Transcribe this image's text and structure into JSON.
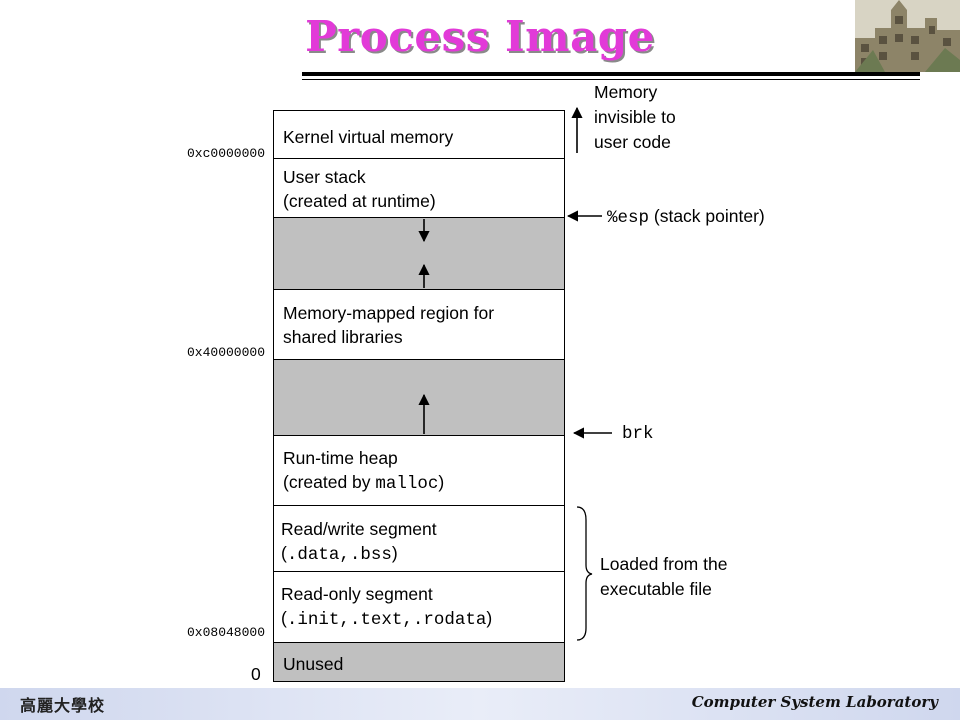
{
  "title": "Process Image",
  "segments": {
    "kernel": "Kernel virtual memory",
    "stack_line1": "User stack",
    "stack_line2": "(created at runtime)",
    "mmap_line1": "Memory-mapped region for",
    "mmap_line2": "shared libraries",
    "heap_line1": "Run-time heap",
    "heap_line2_pre": "(created by ",
    "heap_line2_code": "malloc",
    "heap_line2_post": ")",
    "rw_line1": "Read/write segment",
    "rw_open": "(",
    "rw_code": ".data,.bss",
    "rw_close": ")",
    "ro_line1": "Read-only segment",
    "ro_open": "(",
    "ro_code": ".init,.text,.rodata",
    "ro_close": ")",
    "unused": "Unused"
  },
  "addresses": {
    "kernel_base": "0xc0000000",
    "mmap_base": "0x40000000",
    "text_base": "0x08048000",
    "zero": "0"
  },
  "annotations": {
    "invisible_1": "Memory",
    "invisible_2": "invisible to",
    "invisible_3": "user code",
    "esp_code": "%esp",
    "esp_text": " (stack pointer)",
    "brk": "brk",
    "loaded_1": "Loaded from the",
    "loaded_2": "executable file"
  },
  "footer": {
    "university": "高麗大學校",
    "lab": "Computer System Laboratory"
  },
  "colors": {
    "title": "#e23ad8",
    "gap_fill": "#c0c0c0"
  }
}
